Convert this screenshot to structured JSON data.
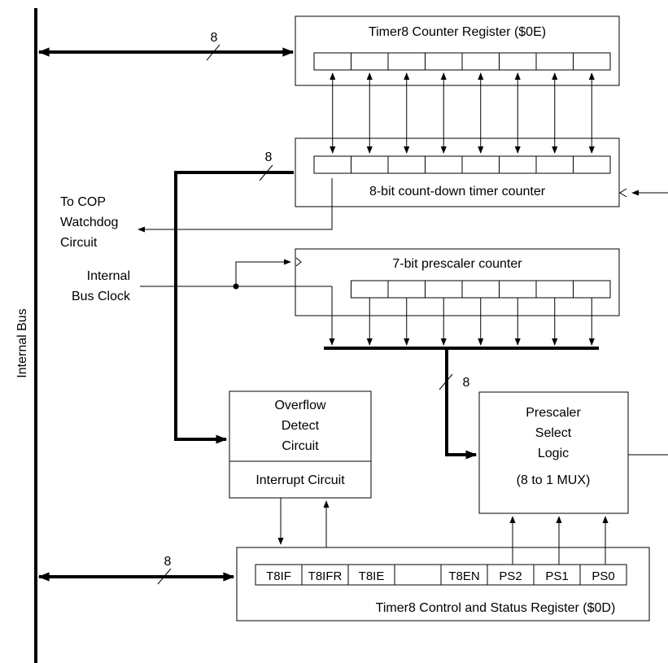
{
  "bus_label": "Internal Bus",
  "timer_counter_register": {
    "title": "Timer8 Counter Register ($0E)"
  },
  "countdown_counter": {
    "title": "8-bit count-down timer counter"
  },
  "prescaler_counter": {
    "title": "7-bit prescaler counter"
  },
  "cop_label": {
    "line1": "To COP",
    "line2": "Watchdog",
    "line3": "Circuit"
  },
  "clock_label": {
    "line1": "Internal",
    "line2": "Bus Clock"
  },
  "overflow_block": {
    "line1": "Overflow",
    "line2": "Detect",
    "line3": "Circuit",
    "interrupt": "Interrupt Circuit"
  },
  "prescaler_select": {
    "line1": "Prescaler",
    "line2": "Select",
    "line3": "Logic",
    "line4": "(8 to 1 MUX)"
  },
  "control_register": {
    "title": "Timer8 Control and Status Register ($0D)",
    "bits": [
      "T8IF",
      "T8IFR",
      "T8IE",
      "",
      "T8EN",
      "PS2",
      "PS1",
      "PS0"
    ]
  },
  "bus_widths": {
    "top": "8",
    "countdown": "8",
    "prescaler": "8",
    "control": "8"
  }
}
